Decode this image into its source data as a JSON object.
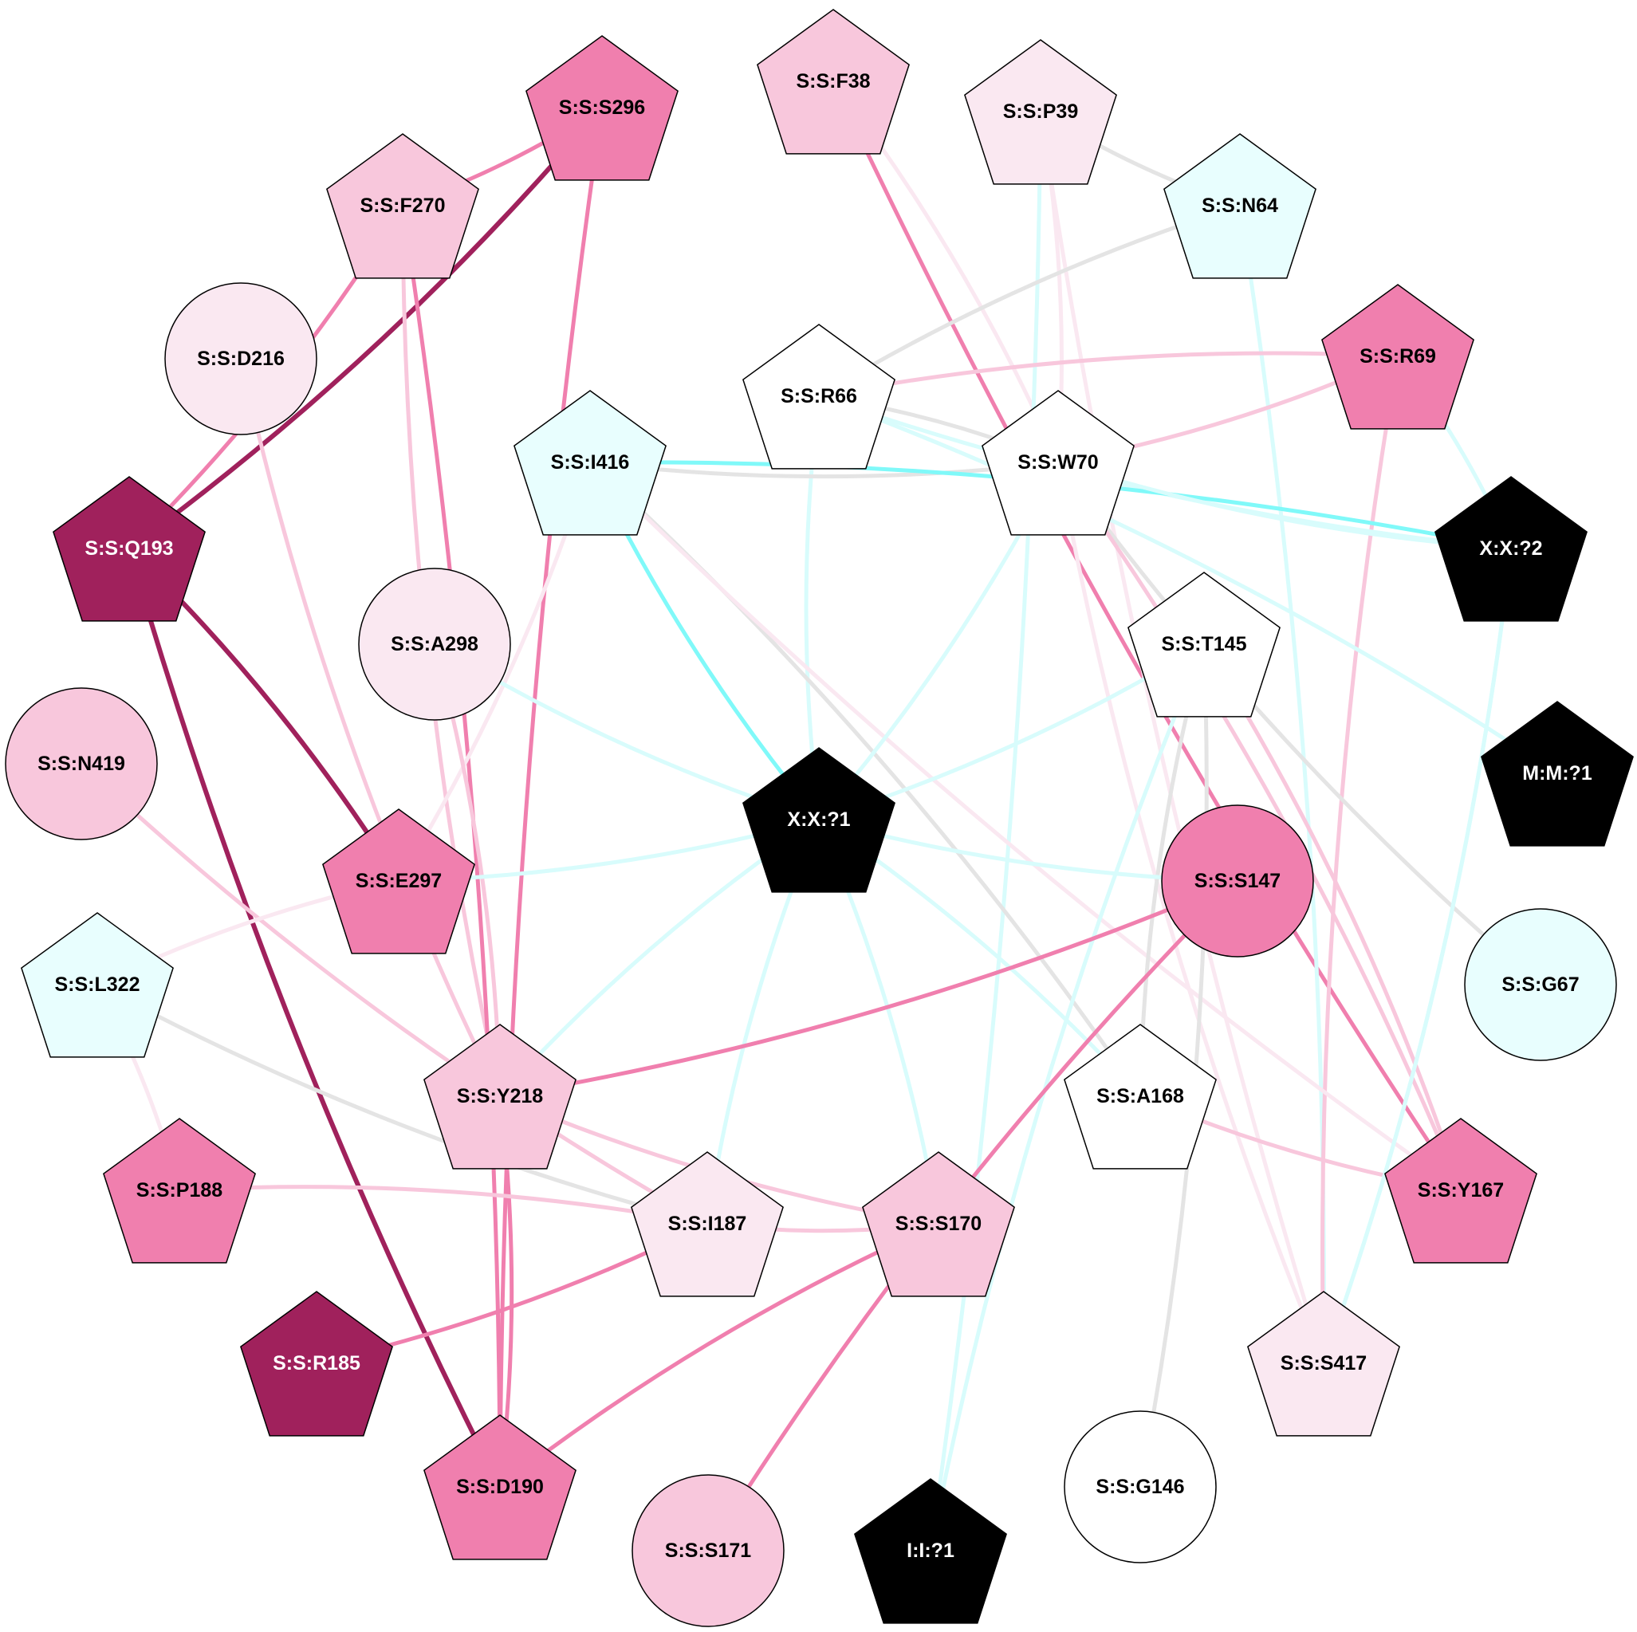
{
  "colors": {
    "light_pink": "#f8c7dc",
    "pale_pink": "#fae8f1",
    "pink": "#f07fae",
    "dark_magenta": "#a0215c",
    "pale_cyan": "#e8fefe",
    "white": "#ffffff",
    "black": "#000000",
    "edge_gray": "#e4e4e4",
    "edge_cyan": "#80f9f9",
    "edge_pale_cyan": "#d8fcfc"
  },
  "nodes": [
    {
      "id": "S296",
      "label": "S:S:S296",
      "shape": "pentagon",
      "fill": "#f07fae",
      "text": "#000000"
    },
    {
      "id": "F38",
      "label": "S:S:F38",
      "shape": "pentagon",
      "fill": "#f8c7dc",
      "text": "#000000"
    },
    {
      "id": "P39",
      "label": "S:S:P39",
      "shape": "pentagon",
      "fill": "#fae8f1",
      "text": "#000000"
    },
    {
      "id": "F270",
      "label": "S:S:F270",
      "shape": "pentagon",
      "fill": "#f8c7dc",
      "text": "#000000"
    },
    {
      "id": "N64",
      "label": "S:S:N64",
      "shape": "pentagon",
      "fill": "#e8fefe",
      "text": "#000000"
    },
    {
      "id": "D216",
      "label": "S:S:D216",
      "shape": "circle",
      "fill": "#fae8f1",
      "text": "#000000"
    },
    {
      "id": "R69",
      "label": "S:S:R69",
      "shape": "pentagon",
      "fill": "#f07fae",
      "text": "#000000"
    },
    {
      "id": "R66",
      "label": "S:S:R66",
      "shape": "pentagon",
      "fill": "#ffffff",
      "text": "#000000"
    },
    {
      "id": "I416",
      "label": "S:S:I416",
      "shape": "pentagon",
      "fill": "#e8fefe",
      "text": "#000000"
    },
    {
      "id": "W70",
      "label": "S:S:W70",
      "shape": "pentagon",
      "fill": "#ffffff",
      "text": "#000000"
    },
    {
      "id": "Q193",
      "label": "S:S:Q193",
      "shape": "pentagon",
      "fill": "#a0215c",
      "text": "#ffffff"
    },
    {
      "id": "X2",
      "label": "X:X:?2",
      "shape": "pentagon",
      "fill": "#000000",
      "text": "#ffffff"
    },
    {
      "id": "A298",
      "label": "S:S:A298",
      "shape": "circle",
      "fill": "#fae8f1",
      "text": "#000000"
    },
    {
      "id": "T145",
      "label": "S:S:T145",
      "shape": "pentagon",
      "fill": "#ffffff",
      "text": "#000000"
    },
    {
      "id": "N419",
      "label": "S:S:N419",
      "shape": "circle",
      "fill": "#f8c7dc",
      "text": "#000000"
    },
    {
      "id": "M1",
      "label": "M:M:?1",
      "shape": "pentagon",
      "fill": "#000000",
      "text": "#ffffff"
    },
    {
      "id": "X1",
      "label": "X:X:?1",
      "shape": "pentagon",
      "fill": "#000000",
      "text": "#ffffff"
    },
    {
      "id": "E297",
      "label": "S:S:E297",
      "shape": "pentagon",
      "fill": "#f07fae",
      "text": "#000000"
    },
    {
      "id": "S147",
      "label": "S:S:S147",
      "shape": "circle",
      "fill": "#f07fae",
      "text": "#000000"
    },
    {
      "id": "L322",
      "label": "S:S:L322",
      "shape": "pentagon",
      "fill": "#e8fefe",
      "text": "#000000"
    },
    {
      "id": "G67",
      "label": "S:S:G67",
      "shape": "circle",
      "fill": "#e8fefe",
      "text": "#000000"
    },
    {
      "id": "Y218",
      "label": "S:S:Y218",
      "shape": "pentagon",
      "fill": "#f8c7dc",
      "text": "#000000"
    },
    {
      "id": "A168",
      "label": "S:S:A168",
      "shape": "pentagon",
      "fill": "#ffffff",
      "text": "#000000"
    },
    {
      "id": "P188",
      "label": "S:S:P188",
      "shape": "pentagon",
      "fill": "#f07fae",
      "text": "#000000"
    },
    {
      "id": "I187",
      "label": "S:S:I187",
      "shape": "pentagon",
      "fill": "#fae8f1",
      "text": "#000000"
    },
    {
      "id": "S170",
      "label": "S:S:S170",
      "shape": "pentagon",
      "fill": "#f8c7dc",
      "text": "#000000"
    },
    {
      "id": "Y167",
      "label": "S:S:Y167",
      "shape": "pentagon",
      "fill": "#f07fae",
      "text": "#000000"
    },
    {
      "id": "R185",
      "label": "S:S:R185",
      "shape": "pentagon",
      "fill": "#a0215c",
      "text": "#ffffff"
    },
    {
      "id": "S417",
      "label": "S:S:S417",
      "shape": "pentagon",
      "fill": "#fae8f1",
      "text": "#000000"
    },
    {
      "id": "D190",
      "label": "S:S:D190",
      "shape": "pentagon",
      "fill": "#f07fae",
      "text": "#000000"
    },
    {
      "id": "S171",
      "label": "S:S:S171",
      "shape": "circle",
      "fill": "#f8c7dc",
      "text": "#000000"
    },
    {
      "id": "I1",
      "label": "I:I:?1",
      "shape": "pentagon",
      "fill": "#000000",
      "text": "#ffffff"
    },
    {
      "id": "G146",
      "label": "S:S:G146",
      "shape": "circle",
      "fill": "#ffffff",
      "text": "#000000"
    }
  ],
  "edges": [
    {
      "from": "F270",
      "to": "S296",
      "color": "#f07fae",
      "weight": "medium"
    },
    {
      "from": "S296",
      "to": "Q193",
      "color": "#a0215c",
      "weight": "heavy"
    },
    {
      "from": "S296",
      "to": "D190",
      "color": "#f07fae",
      "weight": "medium"
    },
    {
      "from": "F270",
      "to": "Q193",
      "color": "#f07fae",
      "weight": "medium"
    },
    {
      "from": "F270",
      "to": "Y218",
      "color": "#f8c7dc",
      "weight": "medium"
    },
    {
      "from": "F270",
      "to": "D190",
      "color": "#f07fae",
      "weight": "medium"
    },
    {
      "from": "F38",
      "to": "Y167",
      "color": "#f07fae",
      "weight": "medium"
    },
    {
      "from": "F38",
      "to": "W70",
      "color": "#fae8f1",
      "weight": "medium"
    },
    {
      "from": "P39",
      "to": "N64",
      "color": "#e4e4e4",
      "weight": "medium"
    },
    {
      "from": "P39",
      "to": "W70",
      "color": "#fae8f1",
      "weight": "medium"
    },
    {
      "from": "P39",
      "to": "S417",
      "color": "#fae8f1",
      "weight": "medium"
    },
    {
      "from": "P39",
      "to": "I1",
      "color": "#d8fcfc",
      "weight": "medium"
    },
    {
      "from": "N64",
      "to": "R66",
      "color": "#e4e4e4",
      "weight": "medium"
    },
    {
      "from": "N64",
      "to": "S417",
      "color": "#d8fcfc",
      "weight": "medium"
    },
    {
      "from": "R69",
      "to": "R66",
      "color": "#f8c7dc",
      "weight": "medium"
    },
    {
      "from": "R69",
      "to": "W70",
      "color": "#f8c7dc",
      "weight": "medium"
    },
    {
      "from": "R69",
      "to": "S417",
      "color": "#f8c7dc",
      "weight": "medium"
    },
    {
      "from": "R69",
      "to": "X2",
      "color": "#d8fcfc",
      "weight": "medium"
    },
    {
      "from": "R66",
      "to": "X2",
      "color": "#d8fcfc",
      "weight": "medium"
    },
    {
      "from": "R66",
      "to": "W70",
      "color": "#e4e4e4",
      "weight": "medium"
    },
    {
      "from": "R66",
      "to": "X1",
      "color": "#d8fcfc",
      "weight": "medium"
    },
    {
      "from": "R66",
      "to": "M1",
      "color": "#d8fcfc",
      "weight": "medium"
    },
    {
      "from": "I416",
      "to": "W70",
      "color": "#e4e4e4",
      "weight": "medium"
    },
    {
      "from": "I416",
      "to": "X2",
      "color": "#80f9f9",
      "weight": "medium"
    },
    {
      "from": "I416",
      "to": "X1",
      "color": "#80f9f9",
      "weight": "medium"
    },
    {
      "from": "I416",
      "to": "A168",
      "color": "#e4e4e4",
      "weight": "medium"
    },
    {
      "from": "I416",
      "to": "Y167",
      "color": "#fae8f1",
      "weight": "medium"
    },
    {
      "from": "I416",
      "to": "E297",
      "color": "#fae8f1",
      "weight": "medium"
    },
    {
      "from": "W70",
      "to": "X2",
      "color": "#d8fcfc",
      "weight": "medium"
    },
    {
      "from": "W70",
      "to": "X1",
      "color": "#d8fcfc",
      "weight": "medium"
    },
    {
      "from": "W70",
      "to": "G67",
      "color": "#e4e4e4",
      "weight": "medium"
    },
    {
      "from": "W70",
      "to": "Y167",
      "color": "#f8c7dc",
      "weight": "medium"
    },
    {
      "from": "W70",
      "to": "S417",
      "color": "#fae8f1",
      "weight": "medium"
    },
    {
      "from": "Q193",
      "to": "E297",
      "color": "#a0215c",
      "weight": "heavy"
    },
    {
      "from": "Q193",
      "to": "D190",
      "color": "#a0215c",
      "weight": "heavy"
    },
    {
      "from": "X2",
      "to": "S417",
      "color": "#d8fcfc",
      "weight": "medium"
    },
    {
      "from": "D216",
      "to": "Y218",
      "color": "#f8c7dc",
      "weight": "medium"
    },
    {
      "from": "A298",
      "to": "Y218",
      "color": "#f8c7dc",
      "weight": "medium"
    },
    {
      "from": "A298",
      "to": "X1",
      "color": "#d8fcfc",
      "weight": "medium"
    },
    {
      "from": "T145",
      "to": "X1",
      "color": "#d8fcfc",
      "weight": "medium"
    },
    {
      "from": "T145",
      "to": "A168",
      "color": "#e4e4e4",
      "weight": "medium"
    },
    {
      "from": "T145",
      "to": "G146",
      "color": "#e4e4e4",
      "weight": "medium"
    },
    {
      "from": "T145",
      "to": "I1",
      "color": "#d8fcfc",
      "weight": "medium"
    },
    {
      "from": "T145",
      "to": "Y167",
      "color": "#f8c7dc",
      "weight": "medium"
    },
    {
      "from": "N419",
      "to": "I187",
      "color": "#f8c7dc",
      "weight": "medium"
    },
    {
      "from": "X1",
      "to": "E297",
      "color": "#d8fcfc",
      "weight": "medium"
    },
    {
      "from": "X1",
      "to": "S147",
      "color": "#d8fcfc",
      "weight": "medium"
    },
    {
      "from": "X1",
      "to": "A168",
      "color": "#d8fcfc",
      "weight": "medium"
    },
    {
      "from": "X1",
      "to": "I187",
      "color": "#d8fcfc",
      "weight": "medium"
    },
    {
      "from": "X1",
      "to": "S170",
      "color": "#d8fcfc",
      "weight": "medium"
    },
    {
      "from": "X1",
      "to": "Y218",
      "color": "#d8fcfc",
      "weight": "medium"
    },
    {
      "from": "S147",
      "to": "Y218",
      "color": "#f07fae",
      "weight": "medium"
    },
    {
      "from": "S147",
      "to": "S171",
      "color": "#f07fae",
      "weight": "medium"
    },
    {
      "from": "L322",
      "to": "P188",
      "color": "#fae8f1",
      "weight": "medium"
    },
    {
      "from": "L322",
      "to": "I187",
      "color": "#e4e4e4",
      "weight": "medium"
    },
    {
      "from": "L322",
      "to": "E297",
      "color": "#fae8f1",
      "weight": "medium"
    },
    {
      "from": "Y218",
      "to": "S170",
      "color": "#f8c7dc",
      "weight": "medium"
    },
    {
      "from": "Y218",
      "to": "D190",
      "color": "#f07fae",
      "weight": "medium"
    },
    {
      "from": "A168",
      "to": "Y167",
      "color": "#f8c7dc",
      "weight": "medium"
    },
    {
      "from": "P188",
      "to": "I187",
      "color": "#f8c7dc",
      "weight": "medium"
    },
    {
      "from": "I187",
      "to": "S170",
      "color": "#f8c7dc",
      "weight": "medium"
    },
    {
      "from": "I187",
      "to": "R185",
      "color": "#f07fae",
      "weight": "medium"
    },
    {
      "from": "S170",
      "to": "D190",
      "color": "#f07fae",
      "weight": "medium"
    },
    {
      "from": "X2",
      "to": "S417",
      "color": "#d8fcfc",
      "weight": "medium"
    }
  ]
}
